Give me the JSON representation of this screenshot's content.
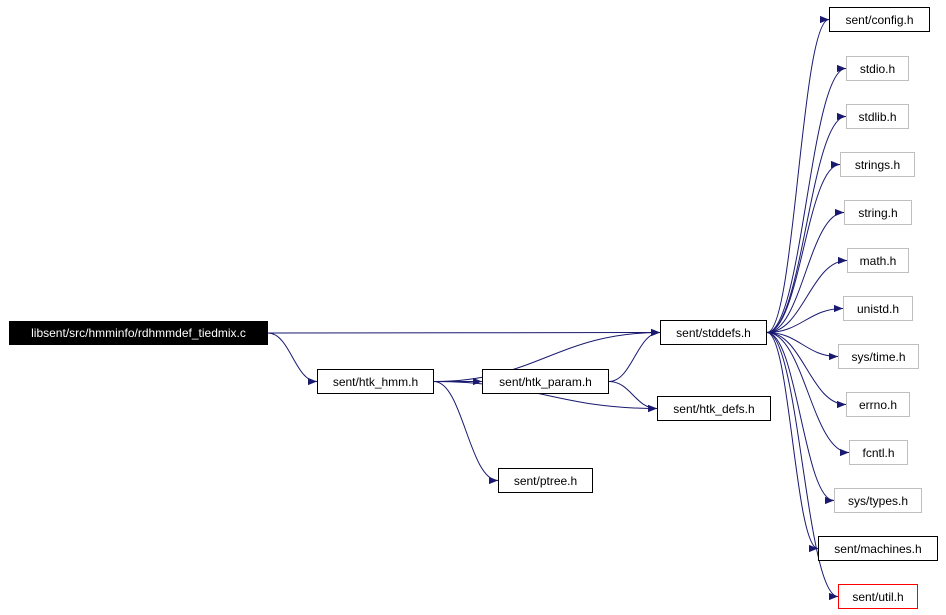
{
  "colors": {
    "edge": "#191970",
    "local_border": "#000000",
    "system_border": "#bfbfbf",
    "error_border": "#ff0000",
    "root_fill": "#000000",
    "root_text": "#ffffff"
  },
  "nodes": {
    "root": "libsent/src/hmminfo/rdhmmdef_tiedmix.c",
    "htk_hmm": "sent/htk_hmm.h",
    "htk_param": "sent/htk_param.h",
    "htk_defs": "sent/htk_defs.h",
    "ptree": "sent/ptree.h",
    "stddefs": "sent/stddefs.h",
    "config": "sent/config.h",
    "stdio": "stdio.h",
    "stdlib": "stdlib.h",
    "strings": "strings.h",
    "string": "string.h",
    "math": "math.h",
    "unistd": "unistd.h",
    "systime": "sys/time.h",
    "errno": "errno.h",
    "fcntl": "fcntl.h",
    "systypes": "sys/types.h",
    "machines": "sent/machines.h",
    "util": "sent/util.h"
  },
  "edges": [
    [
      "root",
      "stddefs"
    ],
    [
      "root",
      "htk_hmm"
    ],
    [
      "htk_hmm",
      "stddefs"
    ],
    [
      "htk_hmm",
      "htk_param"
    ],
    [
      "htk_hmm",
      "htk_defs"
    ],
    [
      "htk_hmm",
      "ptree"
    ],
    [
      "htk_param",
      "stddefs"
    ],
    [
      "htk_param",
      "htk_defs"
    ],
    [
      "stddefs",
      "config"
    ],
    [
      "stddefs",
      "stdio"
    ],
    [
      "stddefs",
      "stdlib"
    ],
    [
      "stddefs",
      "strings"
    ],
    [
      "stddefs",
      "string"
    ],
    [
      "stddefs",
      "math"
    ],
    [
      "stddefs",
      "unistd"
    ],
    [
      "stddefs",
      "systime"
    ],
    [
      "stddefs",
      "errno"
    ],
    [
      "stddefs",
      "fcntl"
    ],
    [
      "stddefs",
      "systypes"
    ],
    [
      "stddefs",
      "machines"
    ],
    [
      "stddefs",
      "util"
    ]
  ]
}
